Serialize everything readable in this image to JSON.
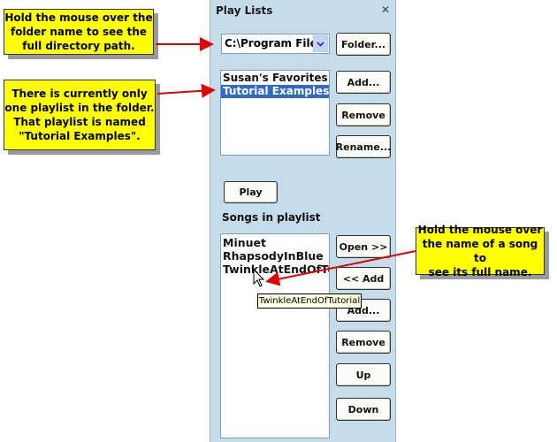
{
  "callouts": {
    "folder": [
      "Hold the mouse over the",
      "folder name to see the",
      "full directory path."
    ],
    "playlist": [
      "There is currently only",
      "one playlist in the folder.",
      "That playlist is named",
      "\"Tutorial Examples\"."
    ],
    "song": [
      "Hold the mouse over",
      "the name of a song to",
      "see its full name."
    ]
  },
  "panel": {
    "title": "Play Lists",
    "close": "✕",
    "folder_path": "C:\\Program Files",
    "folder_button": "Folder...",
    "playlists": [
      {
        "name": "Susan's Favorites",
        "selected": false
      },
      {
        "name": "Tutorial Examples",
        "selected": true
      }
    ],
    "add_button": "Add...",
    "remove_button": "Remove",
    "rename_button": "Rename...",
    "play_button": "Play",
    "songs_label": "Songs in playlist",
    "songs": [
      "Minuet",
      "RhapsodyInBlue",
      "TwinkleAtEndOfTutorial"
    ],
    "open_button": "Open >>",
    "add_left_button": "<< Add",
    "add2_button": "Add...",
    "remove2_button": "Remove",
    "up_button": "Up",
    "down_button": "Down"
  },
  "tooltip": "TwinkleAtEndOfTutorial",
  "colors": {
    "callout": "#ffff00",
    "panel": "#c5dceb",
    "selection": "#316ac5",
    "arrow": "#e00000"
  }
}
